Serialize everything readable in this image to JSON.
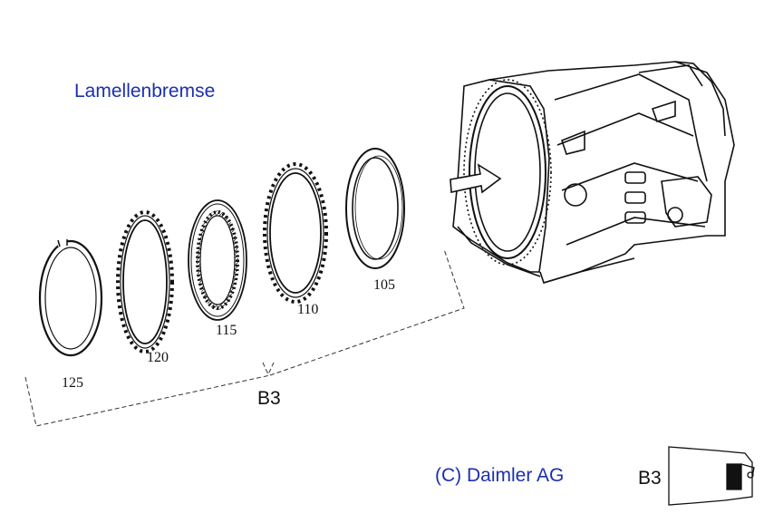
{
  "title": "Lamellenbremse",
  "copyright": "(C) Daimler AG",
  "group_label": "B3",
  "thumbnail_label": "B3",
  "parts": [
    {
      "number": "125",
      "icon": "snap-ring-icon"
    },
    {
      "number": "120",
      "icon": "outer-disc-icon"
    },
    {
      "number": "115",
      "icon": "lined-disc-icon"
    },
    {
      "number": "110",
      "icon": "outer-disc-icon"
    },
    {
      "number": "105",
      "icon": "pressure-plate-icon"
    }
  ],
  "colors": {
    "label_blue": "#1c2fb0",
    "line": "#111111"
  }
}
